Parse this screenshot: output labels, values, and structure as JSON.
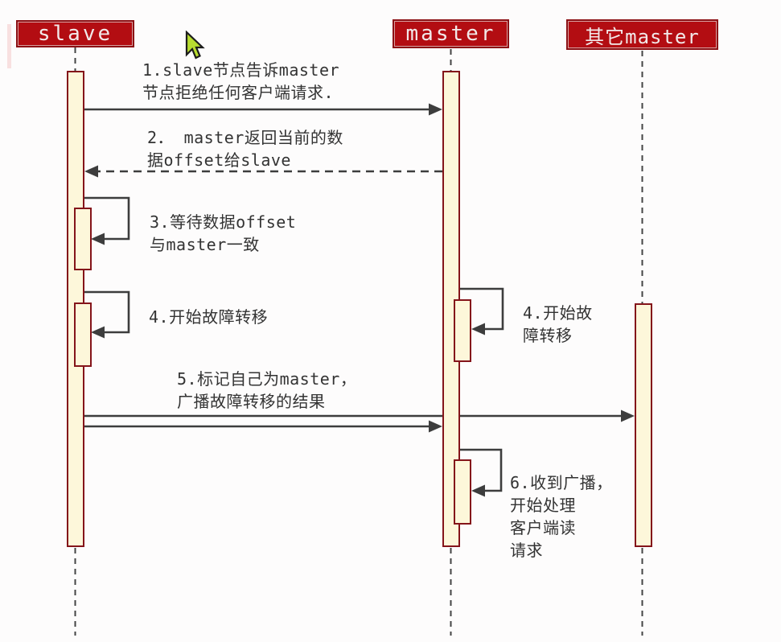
{
  "participants": [
    {
      "label": "slave"
    },
    {
      "label": "master"
    },
    {
      "label": "其它master"
    }
  ],
  "messages": {
    "m1": {
      "from": "slave",
      "to": "master",
      "arrow": "solid",
      "lines": [
        "1.slave节点告诉master",
        "节点拒绝任何客户端请求."
      ]
    },
    "m2": {
      "from": "master",
      "to": "slave",
      "arrow": "dashed",
      "lines": [
        "2． master返回当前的数",
        "据offset给slave"
      ]
    },
    "m3": {
      "from": "slave",
      "to": "slave",
      "arrow": "self",
      "lines": [
        "3.等待数据offset",
        "与master一致"
      ]
    },
    "m4_slave": {
      "from": "slave",
      "to": "slave",
      "arrow": "self",
      "lines": [
        "4.开始故障转移"
      ]
    },
    "m4_master": {
      "from": "master",
      "to": "master",
      "arrow": "self",
      "lines": [
        "4.开始故",
        "障转移"
      ]
    },
    "m5": {
      "from": "slave",
      "to": "master,其它master",
      "arrow": "solid",
      "lines": [
        "5.标记自己为master，",
        "广播故障转移的结果"
      ]
    },
    "m6": {
      "from": "master",
      "to": "master",
      "arrow": "self",
      "lines": [
        "6.收到广播，",
        "开始处理",
        "客户端读",
        "请求"
      ]
    }
  },
  "colors": {
    "header_fill": "#b30d12",
    "header_border": "#8c1014",
    "header_text": "#f2e9e9",
    "activation_fill": "#fdf7da",
    "activation_border": "#84141a",
    "arrow": "#3d3d3d",
    "lifeline": "#444444",
    "label_text": "#333333",
    "cursor_fill": "#b8dc30"
  },
  "cursor": {
    "type": "arrow-pointer"
  }
}
